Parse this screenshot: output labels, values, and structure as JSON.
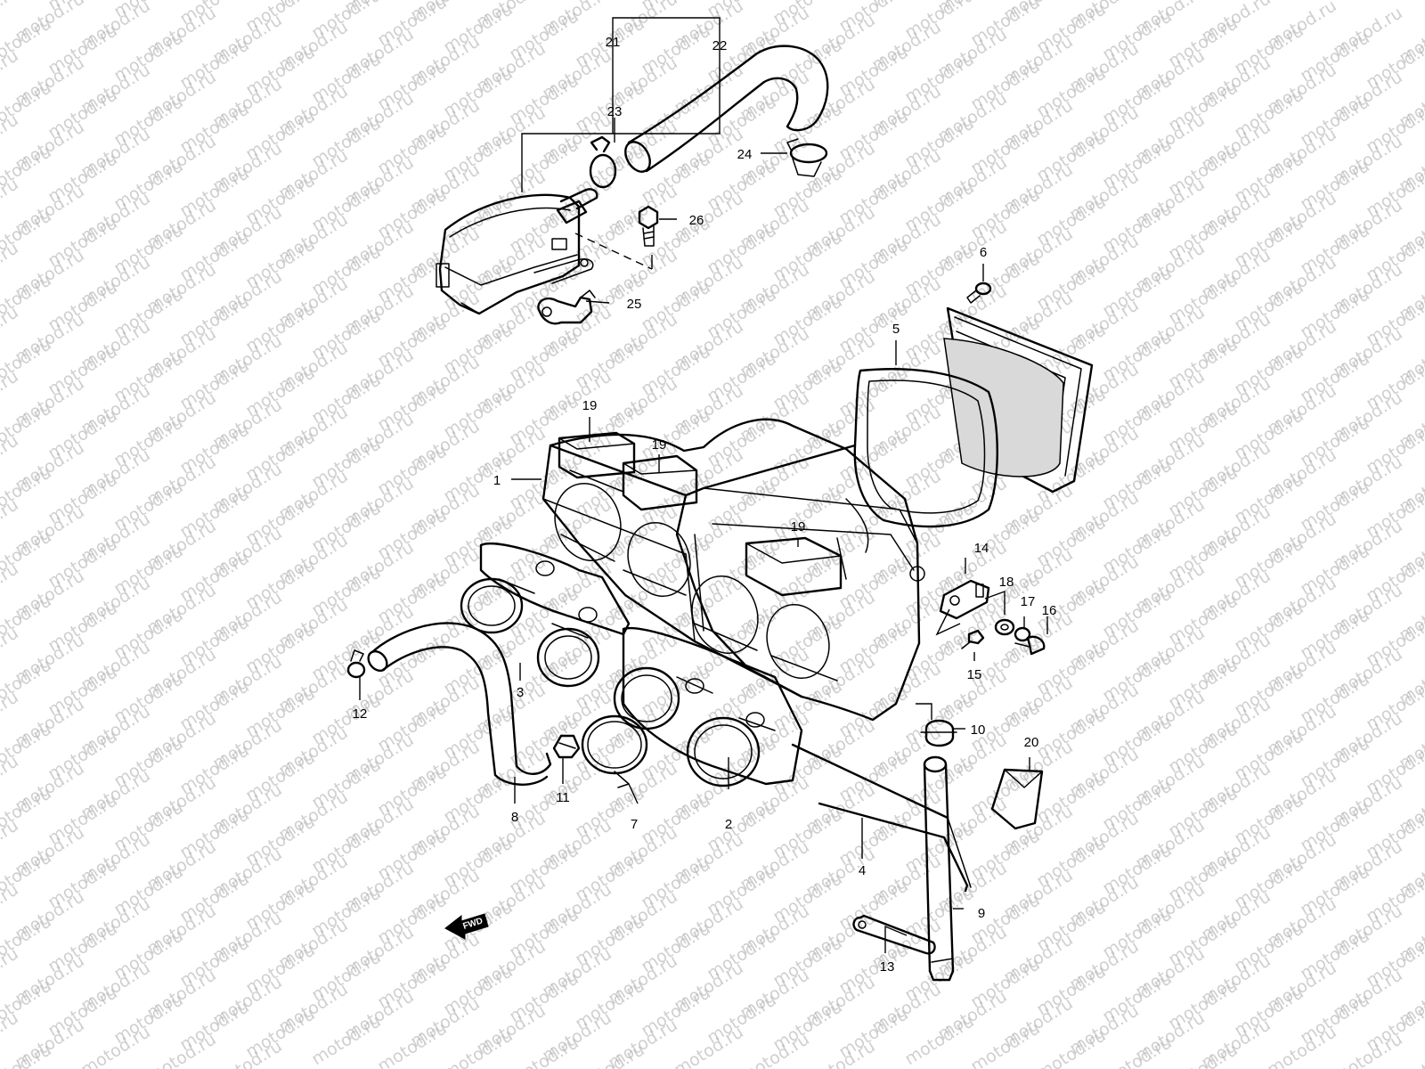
{
  "watermark": "motod.ru",
  "direction_badge": "FWD",
  "callouts": [
    {
      "id": "1",
      "label": "1"
    },
    {
      "id": "2",
      "label": "2"
    },
    {
      "id": "3",
      "label": "3"
    },
    {
      "id": "4",
      "label": "4"
    },
    {
      "id": "5",
      "label": "5"
    },
    {
      "id": "6",
      "label": "6"
    },
    {
      "id": "7",
      "label": "7"
    },
    {
      "id": "8",
      "label": "8"
    },
    {
      "id": "9",
      "label": "9"
    },
    {
      "id": "10",
      "label": "10"
    },
    {
      "id": "11",
      "label": "11"
    },
    {
      "id": "12",
      "label": "12"
    },
    {
      "id": "13",
      "label": "13"
    },
    {
      "id": "14",
      "label": "14"
    },
    {
      "id": "15",
      "label": "15"
    },
    {
      "id": "16",
      "label": "16"
    },
    {
      "id": "17",
      "label": "17"
    },
    {
      "id": "18",
      "label": "18"
    },
    {
      "id": "19a",
      "label": "19"
    },
    {
      "id": "19b",
      "label": "19"
    },
    {
      "id": "19c",
      "label": "19"
    },
    {
      "id": "20",
      "label": "20"
    },
    {
      "id": "21",
      "label": "21"
    },
    {
      "id": "22",
      "label": "22"
    },
    {
      "id": "23",
      "label": "23"
    },
    {
      "id": "24",
      "label": "24"
    },
    {
      "id": "25",
      "label": "25"
    },
    {
      "id": "26",
      "label": "26"
    }
  ]
}
